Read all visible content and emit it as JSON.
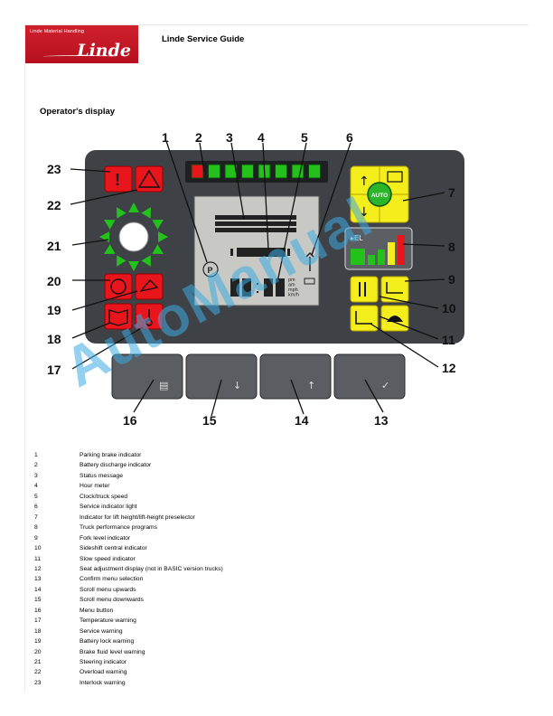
{
  "header": {
    "logo_small": "Linde Material Handling",
    "logo_main": "Linde",
    "title": "Linde Service Guide"
  },
  "section": {
    "title": "Operator's display"
  },
  "watermark": "AutoManual",
  "figure": {
    "callouts": [
      "1",
      "2",
      "3",
      "4",
      "5",
      "6",
      "7",
      "8",
      "9",
      "10",
      "11",
      "12",
      "13",
      "14",
      "15",
      "16",
      "17",
      "18",
      "19",
      "20",
      "21",
      "22",
      "23"
    ],
    "lcd_units": [
      "pm",
      "am",
      "mph",
      "km/h"
    ],
    "auto_label": "AUTO",
    "colors": {
      "panel": "#3e4247",
      "red": "#e8151c",
      "yellow": "#f4ee1d",
      "green": "#24c01c",
      "lcd": "#c8c9c4"
    }
  },
  "legend": [
    {
      "num": "1",
      "text": "Parking brake indicator"
    },
    {
      "num": "2",
      "text": "Battery discharge indicator"
    },
    {
      "num": "3",
      "text": "Status message"
    },
    {
      "num": "4",
      "text": "Hour meter"
    },
    {
      "num": "5",
      "text": "Clock/truck speed"
    },
    {
      "num": "6",
      "text": "Service indicator light"
    },
    {
      "num": "7",
      "text": "Indicator for lift height/lift-height preselector"
    },
    {
      "num": "8",
      "text": "Truck performance programs"
    },
    {
      "num": "9",
      "text": "Fork level indicator"
    },
    {
      "num": "10",
      "text": "Sideshift central indicator"
    },
    {
      "num": "11",
      "text": "Slow speed indicator"
    },
    {
      "num": "12",
      "text": "Seat adjustment display (not in BASIC version trucks)"
    },
    {
      "num": "13",
      "text": "Confirm menu selection"
    },
    {
      "num": "14",
      "text": "Scroll menu upwards"
    },
    {
      "num": "15",
      "text": "Scroll menu downwards"
    },
    {
      "num": "16",
      "text": "Menu button"
    },
    {
      "num": "17",
      "text": "Temperature warning"
    },
    {
      "num": "18",
      "text": "Service warning"
    },
    {
      "num": "19",
      "text": "Battery lock warning"
    },
    {
      "num": "20",
      "text": "Brake fluid level warning"
    },
    {
      "num": "21",
      "text": "Steering indicator"
    },
    {
      "num": "22",
      "text": "Overload warning"
    },
    {
      "num": "23",
      "text": "Interlock warning"
    }
  ]
}
